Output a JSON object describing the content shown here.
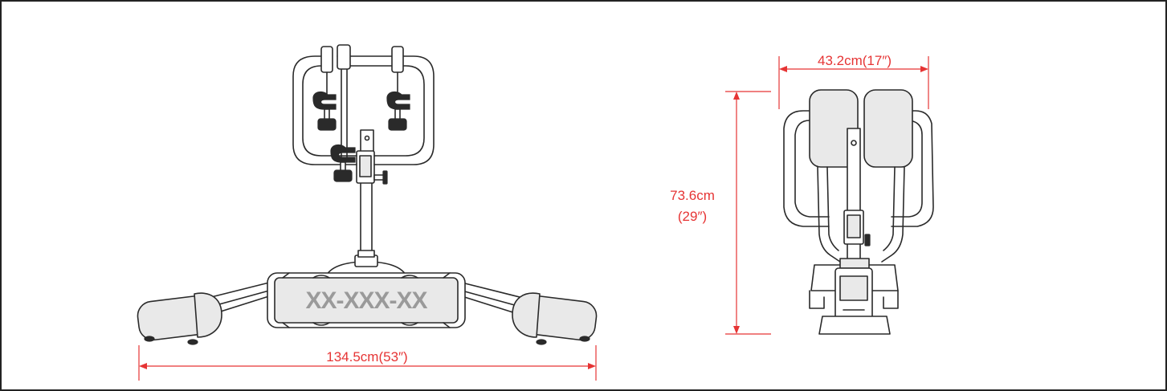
{
  "dimensions": {
    "width_front": "134.5cm(53″)",
    "width_side": "43.2cm(17″)",
    "height_side_cm": "73.6cm",
    "height_side_in": "(29″)"
  },
  "plate": {
    "text": "XX-XXX-XX"
  },
  "colors": {
    "dimension": "#e63434",
    "outline": "#2a2a2a",
    "plate_text": "#9a9a9a"
  }
}
